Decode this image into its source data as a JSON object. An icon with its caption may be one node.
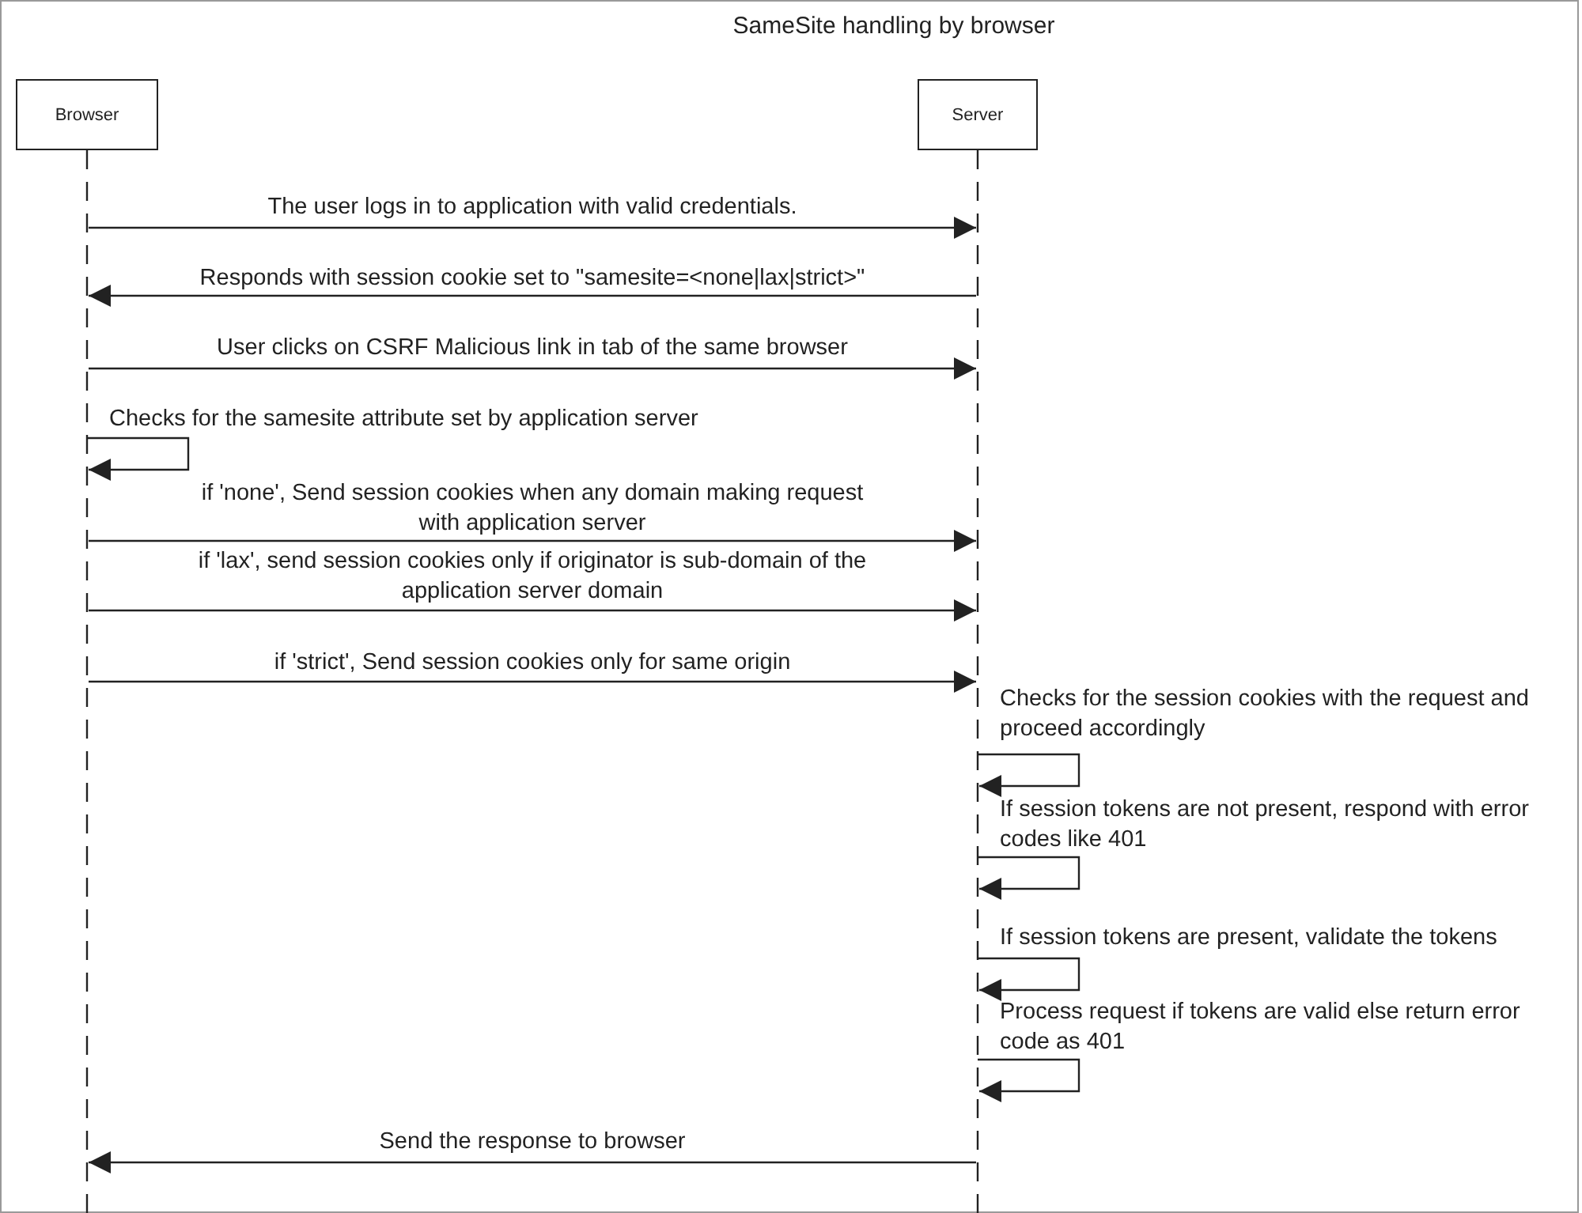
{
  "diagram": {
    "title": "SameSite handling by browser",
    "nodes": [
      {
        "text": [
          "Browser"
        ]
      },
      {
        "text": [
          "Server"
        ]
      }
    ],
    "edges": [
      {
        "from": 0,
        "to": 1,
        "arrow": "to",
        "label": "The user logs in to application with valid credentials."
      },
      {
        "from": 1,
        "to": 0,
        "arrow": "to",
        "label": "Responds with session cookie set to \"samesite=<none|lax|strict>\""
      },
      {
        "from": 0,
        "to": 1,
        "arrow": "to",
        "label": "User clicks on CSRF Malicious link in tab of the same browser"
      },
      {
        "from": 0,
        "to": 0,
        "arrow": "to",
        "label": "Checks for the samesite attribute set by application server"
      },
      {
        "from": 0,
        "to": 1,
        "arrow": "to",
        "label": "if 'none', Send session cookies when any domain making request with application server"
      },
      {
        "from": 0,
        "to": 1,
        "arrow": "to",
        "label": "if 'lax', send session cookies only if originator is sub-domain of the application server domain"
      },
      {
        "from": 0,
        "to": 1,
        "arrow": "to",
        "label": "if 'strict', Send session cookies only for same origin"
      },
      {
        "from": 1,
        "to": 1,
        "arrow": "to",
        "label": "Checks for the session cookies with the request and proceed accordingly"
      },
      {
        "from": 1,
        "to": 1,
        "arrow": "to",
        "label": "If session tokens are not present, respond with error codes like 401"
      },
      {
        "from": 1,
        "to": 1,
        "arrow": "to",
        "label": "If session tokens are present, validate the tokens"
      },
      {
        "from": 1,
        "to": 1,
        "arrow": "to",
        "label": "Process request if tokens are valid else return error code as 401"
      },
      {
        "from": 1,
        "to": 0,
        "arrow": "to",
        "label": "Send the response to browser"
      }
    ]
  }
}
